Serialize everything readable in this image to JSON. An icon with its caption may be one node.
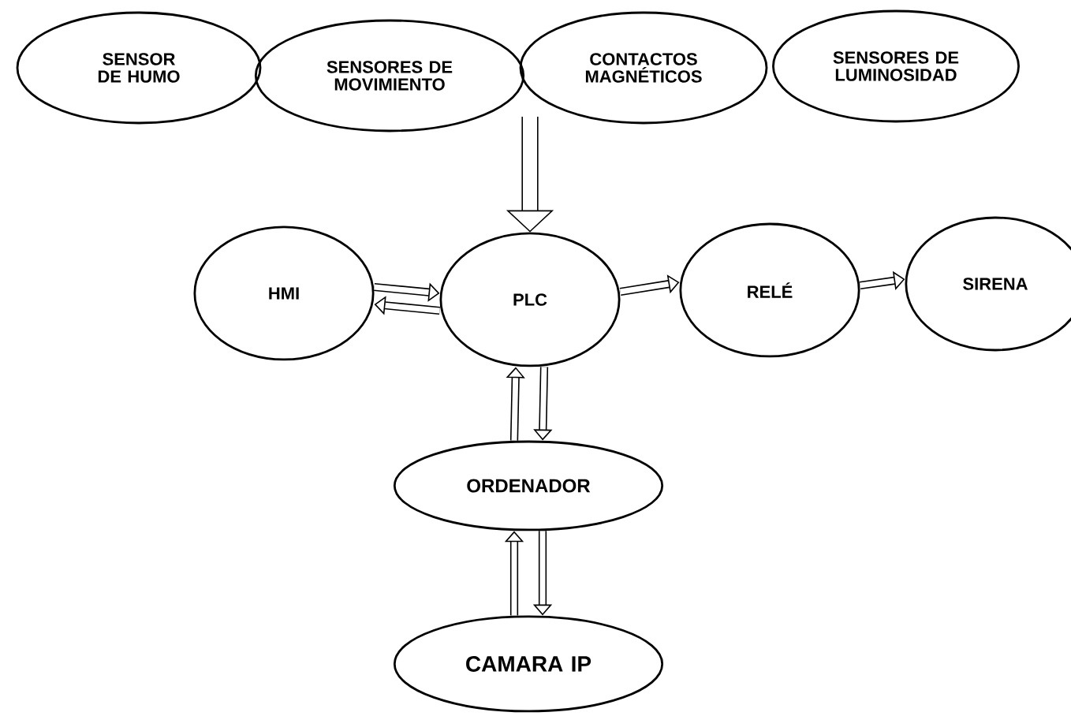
{
  "diagram": {
    "nodes": [
      {
        "text": [
          "SENSOR DE HUMO"
        ]
      },
      {
        "text": [
          "SENSORES DE MOVIMIENTO"
        ]
      },
      {
        "text": [
          "CONTACTOS MAGNÉTICOS"
        ]
      },
      {
        "text": [
          "SENSORES DE LUMINOSIDAD"
        ]
      },
      {
        "text": [
          "HMI"
        ]
      },
      {
        "text": [
          "PLC"
        ]
      },
      {
        "text": [
          "RELÉ"
        ]
      },
      {
        "text": [
          "SIRENA"
        ]
      },
      {
        "text": [
          "ORDENADOR"
        ]
      },
      {
        "text": [
          "CAMARA IP"
        ]
      }
    ],
    "edges": [
      {
        "from": null,
        "to": 5,
        "arrow": "to",
        "style": "thick"
      },
      {
        "from": 4,
        "to": 5,
        "arrow": "to"
      },
      {
        "from": 5,
        "to": 4,
        "arrow": "to"
      },
      {
        "from": 5,
        "to": 6,
        "arrow": "to"
      },
      {
        "from": 6,
        "to": 7,
        "arrow": "to"
      },
      {
        "from": 8,
        "to": 5,
        "arrow": "to"
      },
      {
        "from": 5,
        "to": 8,
        "arrow": "to"
      },
      {
        "from": 9,
        "to": 8,
        "arrow": "to"
      },
      {
        "from": 8,
        "to": 9,
        "arrow": "to"
      }
    ]
  }
}
